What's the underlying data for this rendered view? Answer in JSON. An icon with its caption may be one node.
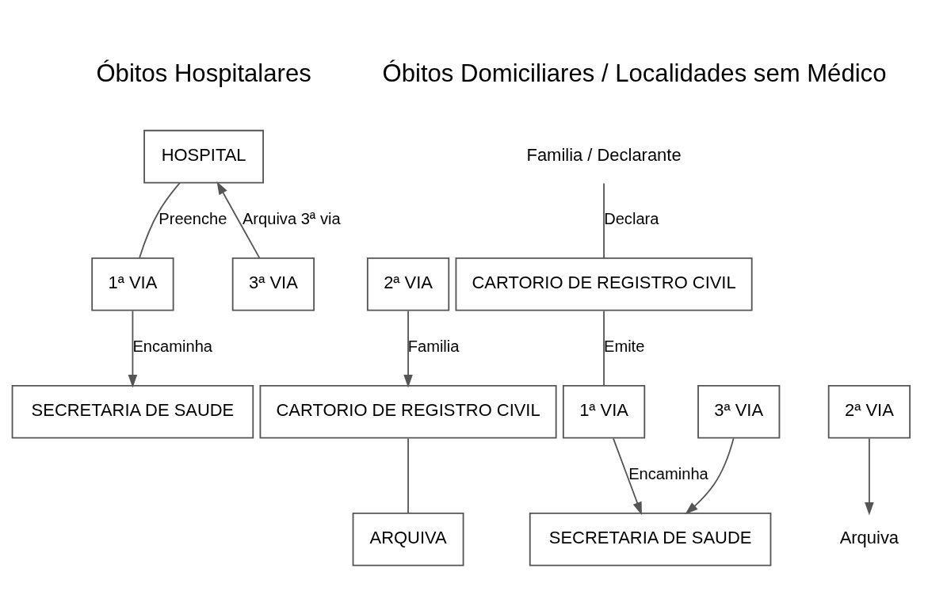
{
  "diagram": {
    "nodes": [
      {
        "text": [
          "HOSPITAL"
        ]
      },
      {
        "text": [
          "1ª VIA"
        ]
      },
      {
        "text": [
          "2ª VIA"
        ]
      },
      {
        "text": [
          "3ª VIA"
        ]
      },
      {
        "text": [
          "SECRETARIA DE SAUDE"
        ]
      },
      {
        "text": [
          "CARTORIO DE REGISTRO CIVIL"
        ]
      },
      {
        "text": [
          "ARQUIVA"
        ]
      },
      {
        "text": [
          "Familia / Declarante"
        ]
      },
      {
        "text": [
          "CARTORIO DE REGISTRO CIVIL"
        ]
      },
      {
        "text": [
          "1ª VIA"
        ]
      },
      {
        "text": [
          "2ª VIA"
        ]
      },
      {
        "text": [
          "3ª VIA"
        ]
      },
      {
        "text": [
          "SECRETARIA DE SAUDE"
        ]
      },
      {
        "text": [
          "Arquiva"
        ]
      }
    ],
    "edges": [
      {
        "from": 0,
        "to": 1,
        "arrow": "none",
        "label": "Preenche"
      },
      {
        "from": 3,
        "to": 0,
        "arrow": "to",
        "label": "Arquiva 3ª via"
      },
      {
        "from": 1,
        "to": 4,
        "arrow": "to",
        "label": "Encaminha"
      },
      {
        "from": 2,
        "to": 5,
        "arrow": "to",
        "label": "Familia"
      },
      {
        "from": 5,
        "to": 6,
        "arrow": "none"
      },
      {
        "from": 7,
        "to": 8,
        "arrow": "none",
        "label": "Declara"
      },
      {
        "from": 8,
        "to": 9,
        "arrow": "none",
        "label": "Emite"
      },
      {
        "from": 9,
        "to": 12,
        "arrow": "to",
        "label": "Encaminha"
      },
      {
        "from": 11,
        "to": 12,
        "arrow": "to"
      },
      {
        "from": 10,
        "to": 13,
        "arrow": "to"
      }
    ],
    "labels": [
      "Óbitos Hospitalares",
      "Óbitos Domiciliares / Localidades sem Médico"
    ]
  }
}
